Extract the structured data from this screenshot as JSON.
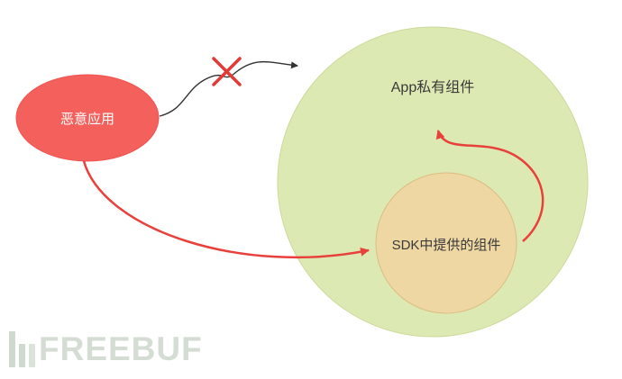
{
  "diagram": {
    "nodes": {
      "malicious_app": "恶意应用",
      "app_private_component": "App私有组件",
      "sdk_component": "SDK中提供的组件"
    },
    "colors": {
      "malicious_app_fill": "#f4605b",
      "app_boundary_fill": "#dde9b3",
      "sdk_component_fill": "#eed7a3",
      "blocked_path": "#333333",
      "blocked_cross": "#e53935",
      "attack_path": "#e8413c"
    }
  },
  "watermark": {
    "text": "FREEBUF"
  }
}
